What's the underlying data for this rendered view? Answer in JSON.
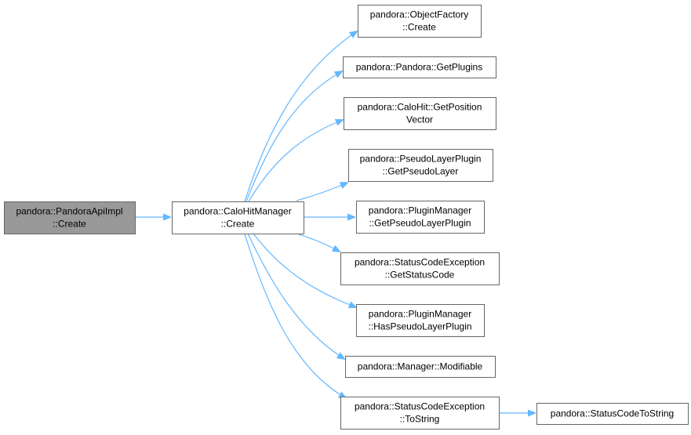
{
  "graph": {
    "nodes": [
      {
        "id": "pandoraapiimpl-create",
        "lines": [
          "pandora::PandoraApiImpl",
          "::Create"
        ],
        "root": true
      },
      {
        "id": "calohitmanager-create",
        "lines": [
          "pandora::CaloHitManager",
          "::Create"
        ]
      },
      {
        "id": "objectfactory-create",
        "lines": [
          "pandora::ObjectFactory",
          "::Create"
        ]
      },
      {
        "id": "pandora-getplugins",
        "lines": [
          "pandora::Pandora::GetPlugins"
        ]
      },
      {
        "id": "calohit-getpositionvector",
        "lines": [
          "pandora::CaloHit::GetPosition",
          "Vector"
        ]
      },
      {
        "id": "pseudolayerplugin-getpseudolayer",
        "lines": [
          "pandora::PseudoLayerPlugin",
          "::GetPseudoLayer"
        ]
      },
      {
        "id": "pluginmanager-getpseudolayerplugin",
        "lines": [
          "pandora::PluginManager",
          "::GetPseudoLayerPlugin"
        ]
      },
      {
        "id": "statuscodeexception-getstatuscode",
        "lines": [
          "pandora::StatusCodeException",
          "::GetStatusCode"
        ]
      },
      {
        "id": "pluginmanager-haspseudolayerplugin",
        "lines": [
          "pandora::PluginManager",
          "::HasPseudoLayerPlugin"
        ]
      },
      {
        "id": "manager-modifiable",
        "lines": [
          "pandora::Manager::Modifiable"
        ]
      },
      {
        "id": "statuscodeexception-tostring",
        "lines": [
          "pandora::StatusCodeException",
          "::ToString"
        ]
      },
      {
        "id": "statuscodetostring",
        "lines": [
          "pandora::StatusCodeToString"
        ]
      }
    ],
    "edges": [
      {
        "from": "pandoraapiimpl-create",
        "to": "calohitmanager-create"
      },
      {
        "from": "calohitmanager-create",
        "to": "objectfactory-create"
      },
      {
        "from": "calohitmanager-create",
        "to": "pandora-getplugins"
      },
      {
        "from": "calohitmanager-create",
        "to": "calohit-getpositionvector"
      },
      {
        "from": "calohitmanager-create",
        "to": "pseudolayerplugin-getpseudolayer"
      },
      {
        "from": "calohitmanager-create",
        "to": "pluginmanager-getpseudolayerplugin"
      },
      {
        "from": "calohitmanager-create",
        "to": "statuscodeexception-getstatuscode"
      },
      {
        "from": "calohitmanager-create",
        "to": "pluginmanager-haspseudolayerplugin"
      },
      {
        "from": "calohitmanager-create",
        "to": "manager-modifiable"
      },
      {
        "from": "calohitmanager-create",
        "to": "statuscodeexception-tostring"
      },
      {
        "from": "statuscodeexception-tostring",
        "to": "statuscodetostring"
      }
    ],
    "colors": {
      "root_fill": "#999999",
      "node_border": "#666666",
      "edge": "#63b8ff"
    }
  }
}
